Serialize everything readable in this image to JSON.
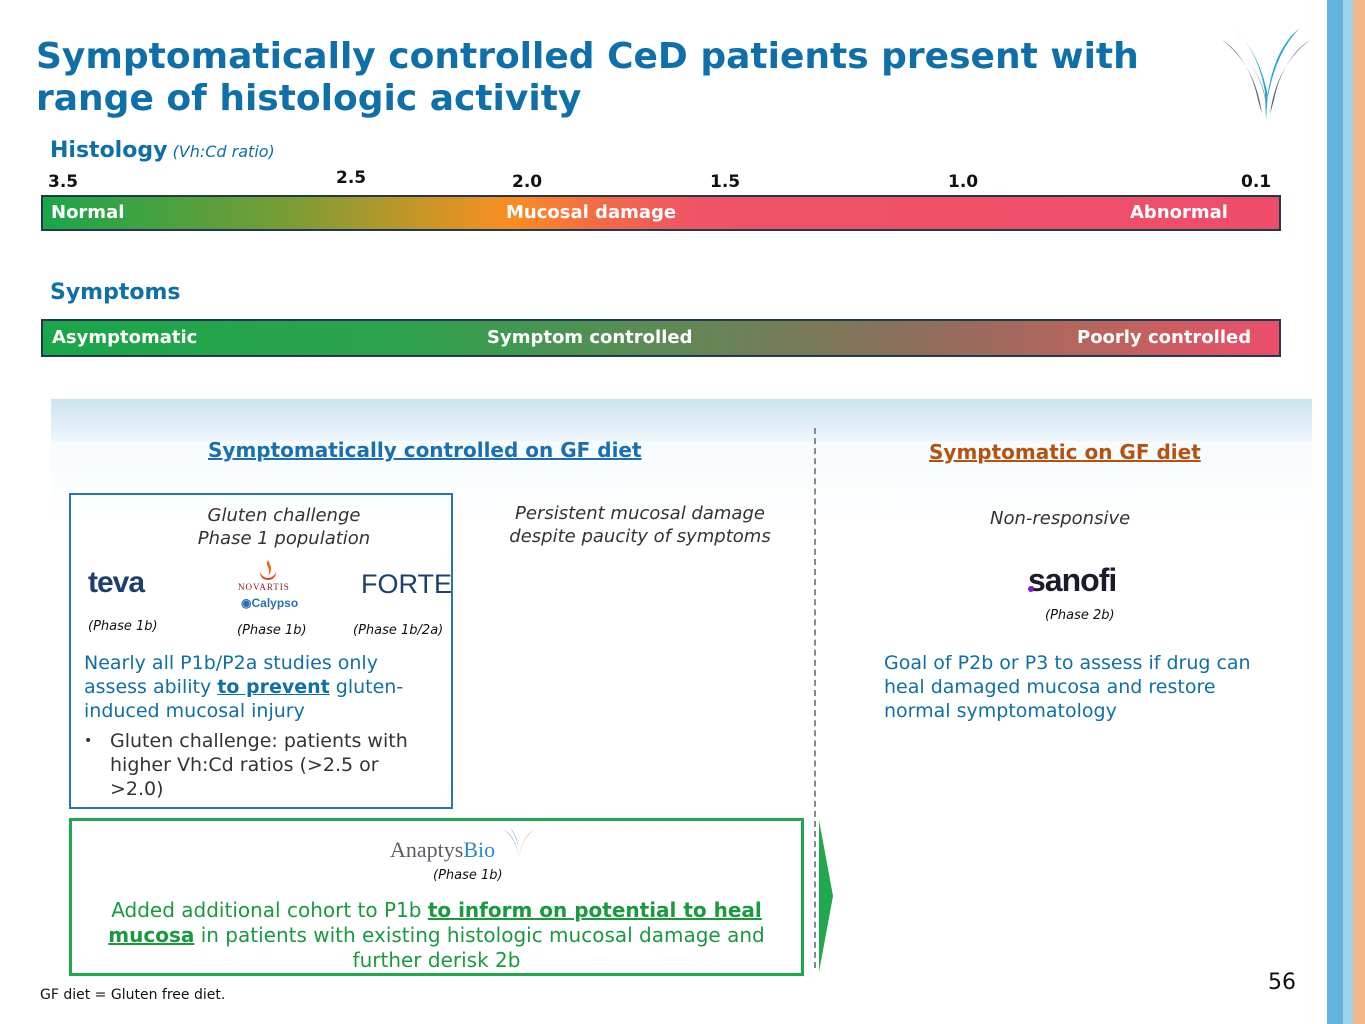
{
  "title": "Symptomatically controlled CeD patients present with range of histologic activity",
  "histology": {
    "label": "Histology",
    "sublabel": "(Vh:Cd ratio)",
    "ticks": [
      "3.5",
      "2.5",
      "2.0",
      "1.5",
      "1.0",
      "0.1"
    ],
    "bar_labels": {
      "left": "Normal",
      "middle": "Mucosal damage",
      "right": "Abnormal"
    }
  },
  "symptoms": {
    "label": "Symptoms",
    "bar_labels": {
      "left": "Asymptomatic",
      "middle": "Symptom controlled",
      "right": "Poorly controlled"
    }
  },
  "left_column": {
    "heading": "Symptomatically controlled on GF diet",
    "gluten_challenge_line1": "Gluten challenge",
    "gluten_challenge_line2": "Phase 1 population",
    "persistent_line1": "Persistent mucosal damage",
    "persistent_line2": "despite paucity of symptoms",
    "companies": [
      {
        "name": "teva",
        "phase": "(Phase 1b)"
      },
      {
        "name": "NOVARTIS",
        "sub": "Calypso",
        "phase": "(Phase 1b)"
      },
      {
        "name": "FORTE",
        "phase": "(Phase 1b/2a)"
      }
    ],
    "blue_text_a": "Nearly all P1b/P2a studies only assess ability ",
    "blue_text_b": "to prevent",
    "blue_text_c": " gluten-induced mucosal injury",
    "bullet": "Gluten challenge: patients with higher Vh:Cd ratios (>2.5 or >2.0)",
    "green_box": {
      "company_a": "Anaptys",
      "company_b": "Bio",
      "phase": "(Phase 1b)",
      "text_a": "Added additional cohort to P1b ",
      "text_b": "to inform on potential to heal mucosa",
      "text_c": " in patients with existing histologic mucosal damage and further derisk 2b"
    }
  },
  "right_column": {
    "heading": "Symptomatic on GF diet",
    "subheading": "Non-responsive",
    "company": "sanofi",
    "phase": "(Phase 2b)",
    "text": "Goal of P2b or P3 to assess if drug can heal damaged mucosa and restore normal symptomatology"
  },
  "footnote": "GF diet = Gluten free diet.",
  "page_number": "56",
  "colors": {
    "title_blue": "#0f6fa8",
    "left_heading": "#1a6fb0",
    "right_heading": "#b5520f",
    "green": "#1fa84f"
  }
}
